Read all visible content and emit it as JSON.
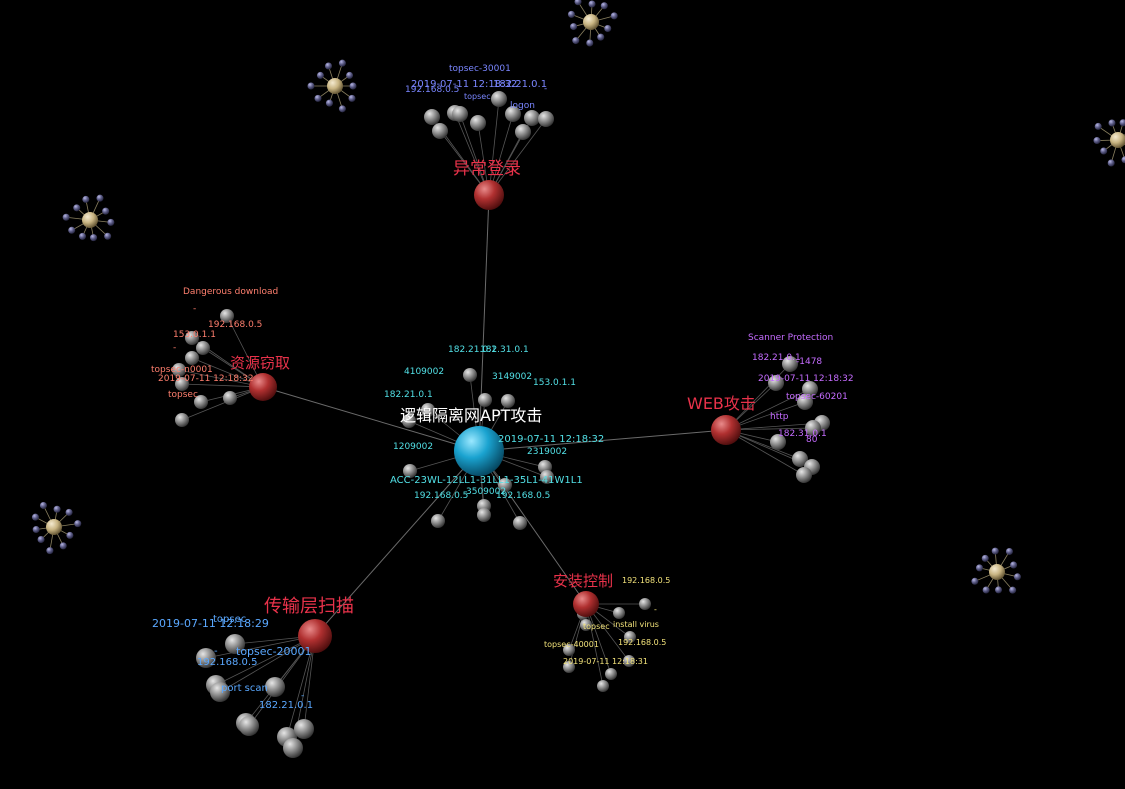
{
  "colors": {
    "background": "#000000",
    "center_node": "#1aa3d0",
    "category_node": "#b03030",
    "category_label": "#e8324a",
    "center_label": "#ffffff",
    "leaf_node": "#8a8a8a",
    "edge": "#6a6a6a",
    "cyan_label": "#52e0e6",
    "blue_label": "#7a86ff",
    "salmon_label": "#ff7f6e",
    "violet_label": "#c56cff",
    "yellow_label": "#f2e27a",
    "skyblue_label": "#5aa8ff",
    "satellite_hub": "#c8b482",
    "satellite_leaf": "#5c5c86"
  },
  "center": {
    "label": "逻辑隔离网APT攻击",
    "sublabel": "ACC-23WL-12LL1-31LL1-35L1-41W1L1",
    "attributes": [
      "182.21.0.1",
      "182.31.0.1",
      "4109002",
      "3149002",
      "153.0.1.1",
      "182.21.0.1",
      "1209002",
      "2019-07-11 12:18:32",
      "2319002",
      "192.168.0.5",
      "3509002",
      "192.168.0.5"
    ]
  },
  "categories": {
    "login": {
      "label": "异常登录",
      "attributes": [
        "topsec-30001",
        "2019-07-11 12:18:32",
        "182.21.0.1",
        "192.168.0.5",
        "topsec",
        "-",
        "logon"
      ]
    },
    "steal": {
      "label": "资源窃取",
      "attributes": [
        "Dangerous download",
        "-",
        "192.168.0.5",
        "153.0.1.1",
        "-",
        "topsec-n0001",
        "2019-07-11 12:18:32",
        "topsec"
      ]
    },
    "web": {
      "label": "WEB攻击",
      "attributes": [
        "Scanner Protection",
        "182.21.0.1",
        "-1478",
        "2019-07-11 12:18:32",
        "topsec-60201",
        "http",
        "182.31.0.1",
        "80"
      ]
    },
    "install": {
      "label": "安装控制",
      "attributes": [
        "192.168.0.5",
        "-",
        "topsec",
        "install virus",
        "192.168.0.5",
        "topsec-40001",
        "2019-07-11 12:18:31"
      ]
    },
    "scan": {
      "label": "传输层扫描",
      "attributes": [
        "topsec",
        "2019-07-11 12:18:29",
        "-",
        "topsec-20001",
        "192.168.0.5",
        "port scan",
        "-",
        "182.21.0.1"
      ]
    }
  }
}
